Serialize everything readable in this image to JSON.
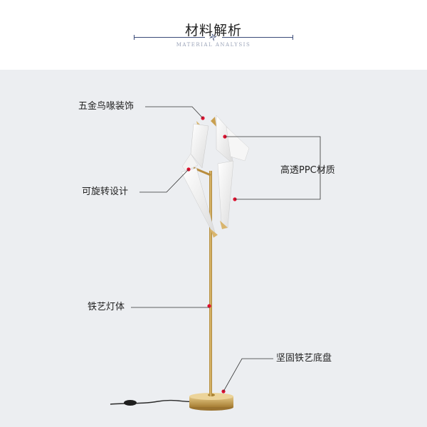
{
  "header": {
    "title": "材料解析",
    "subtitle": "MATERIAL ANALYSIS"
  },
  "labels": {
    "hardware_beak": "五金鸟喙装饰",
    "rotatable": "可旋转设计",
    "ppc_material": "高透PPC材质",
    "iron_body": "铁艺灯体",
    "iron_base": "坚固铁艺底盘"
  },
  "colors": {
    "panel_bg": "#eceef1",
    "marker": "#e0102e",
    "brass": "#c9a050",
    "rule": "#3a4a78"
  }
}
